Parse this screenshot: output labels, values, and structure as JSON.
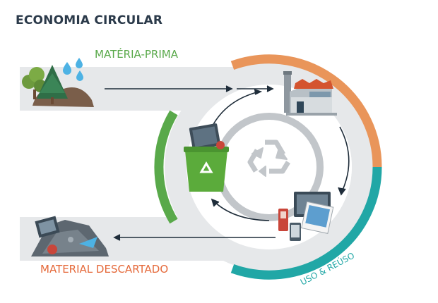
{
  "title": "ECONOMIA CIRCULAR",
  "labels": {
    "raw_material": "MATÉRIA-PRIMA",
    "discarded": "MATERIAL DESCARTADO",
    "use_reuse": "USO & REÚSO"
  },
  "colors": {
    "title": "#2b3a4a",
    "green": "#59a94a",
    "orange": "#e9955a",
    "teal": "#21a7a6",
    "discarded_text": "#e5693a",
    "band": "#e6e8ea",
    "inner_ring": "#c2c6ca",
    "arrow": "#1f2d3a"
  },
  "icons": {
    "nature": "tree-and-water-drops-icon",
    "factory": "factory-icon",
    "devices": "electronic-devices-icon",
    "bin": "green-recycling-bin-icon",
    "center": "recycle-symbol-icon",
    "waste": "waste-pile-icon"
  }
}
